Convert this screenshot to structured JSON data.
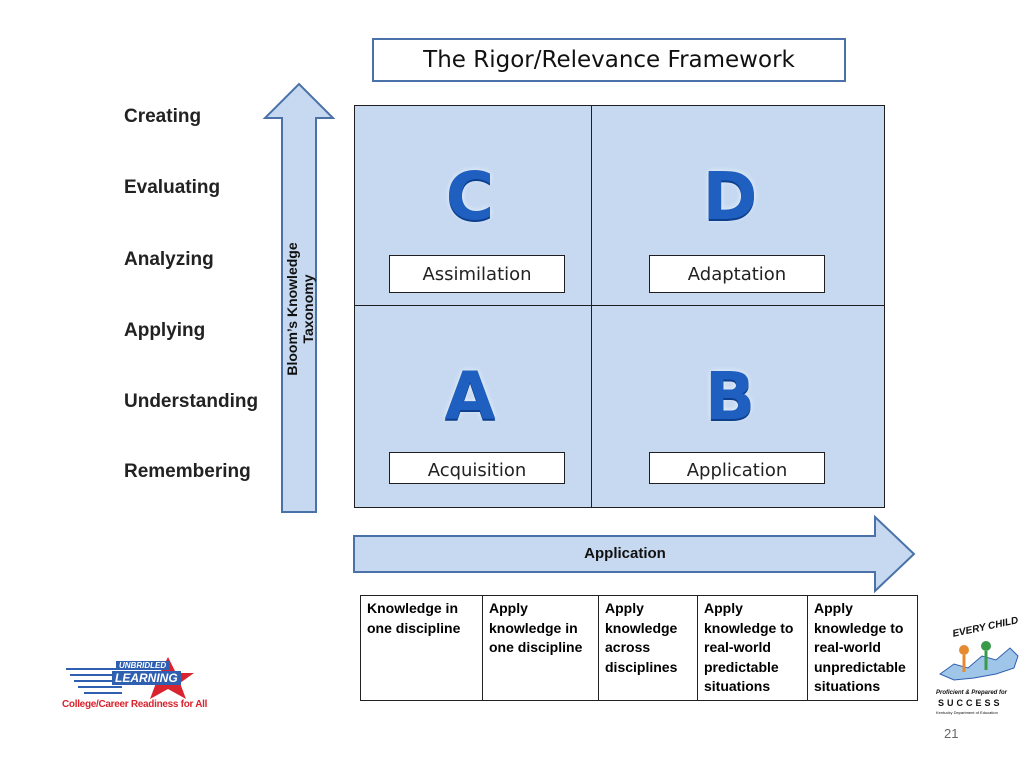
{
  "title": "The Rigor/Relevance Framework",
  "bloom_levels": [
    "Creating",
    "Evaluating",
    "Analyzing",
    "Applying",
    "Understanding",
    "Remembering"
  ],
  "vertical_axis_label": "Bloom’s Knowledge Taxonomy",
  "horizontal_axis_label": "Application",
  "quadrants": {
    "c": {
      "letter": "C",
      "label": "Assimilation"
    },
    "d": {
      "letter": "D",
      "label": "Adaptation"
    },
    "a": {
      "letter": "A",
      "label": "Acquisition"
    },
    "b": {
      "letter": "B",
      "label": "Application"
    }
  },
  "application_scale": [
    "Knowledge in one discipline",
    "Apply knowledge in one discipline",
    "Apply knowledge across disciplines",
    "Apply knowledge to real-world predictable situations",
    "Apply knowledge to real-world unpredictable situations"
  ],
  "logo_left": {
    "line1": "UNBRIDLED",
    "line2": "LEARNING",
    "tagline": "College/Career Readiness for All"
  },
  "logo_right": {
    "top": "EVERY CHILD",
    "line1": "Proficient & Prepared for",
    "line2": "SUCCESS",
    "line3": "Kentucky Department of Education"
  },
  "colors": {
    "grid_fill": "#c6d9f1",
    "arrow_fill": "#c6d9f1",
    "arrow_stroke": "#4a72a8",
    "letter": "#1f5fbf"
  },
  "page_number": "21"
}
